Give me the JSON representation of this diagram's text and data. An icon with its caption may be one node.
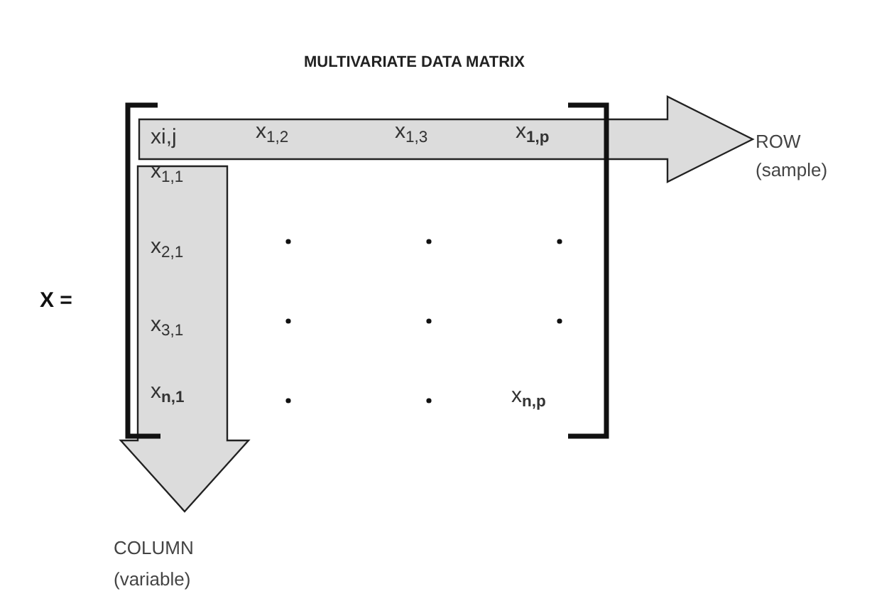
{
  "diagram": {
    "title": "MULTIVARIATE DATA MATRIX",
    "labels": [
      "xi,j",
      "x$_{1,2}$",
      "x$_{1,3}$",
      "x$_{1,p}$",
      "ROW",
      "x$_{1,1}$",
      "(sample)",
      "x$_{2,1}$",
      "X =",
      "x$_{3,1}$",
      "x$_{n,1}$",
      "x$_{n,p}$",
      "COLUMN",
      "(variable)"
    ]
  }
}
